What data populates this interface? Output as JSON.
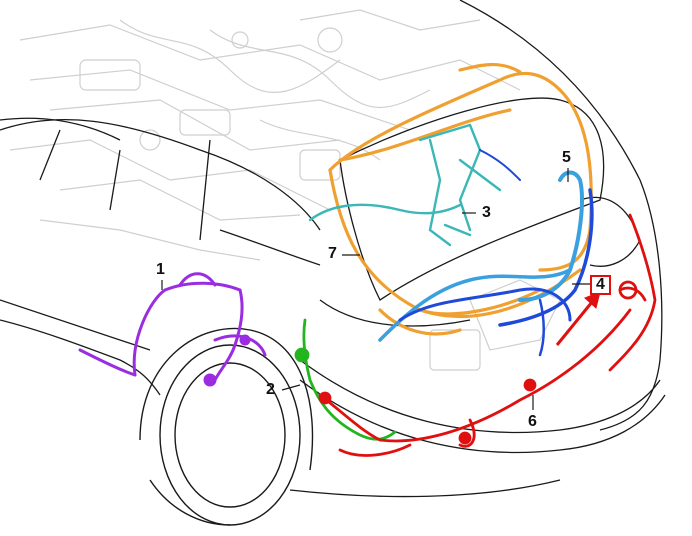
{
  "callouts": [
    {
      "id": "1",
      "label": "1",
      "color": "#9a2de0"
    },
    {
      "id": "2",
      "label": "2",
      "color": "#22b51e"
    },
    {
      "id": "3",
      "label": "3",
      "color": "#3bb7b7"
    },
    {
      "id": "4",
      "label": "4",
      "color": "#e01010",
      "highlighted": true
    },
    {
      "id": "5",
      "label": "5",
      "color": "#1f49d8"
    },
    {
      "id": "6",
      "label": "6",
      "color": "#e01010"
    },
    {
      "id": "7",
      "label": "7",
      "color": "#f0a030"
    }
  ],
  "colors": {
    "outline": "#1a1a1a",
    "background_parts": "#cfcfcf",
    "highlight_box": "#e01010",
    "arrow": "#e01010"
  }
}
